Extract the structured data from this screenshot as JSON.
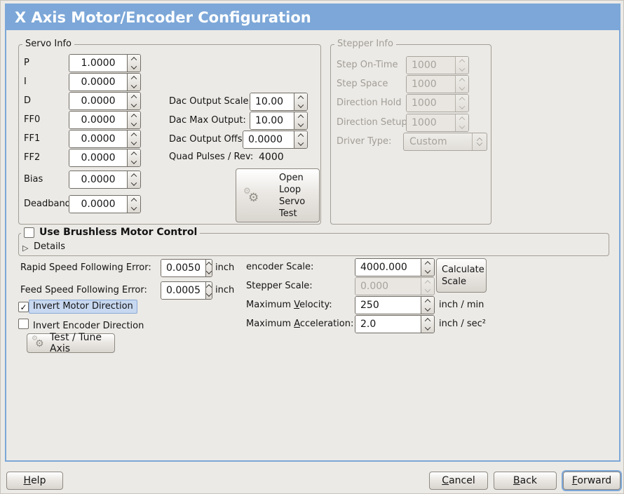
{
  "title": "X Axis Motor/Encoder Configuration",
  "icons": {
    "checkmark": "✓",
    "expander": "▷",
    "gear": "⚙"
  },
  "colors": {
    "titlebar": "#7ca7d8",
    "focus_ring": "#7ca7d8",
    "highlight_bg": "#c7d8f0",
    "window_bg": "#eceae6"
  },
  "servo_info": {
    "legend": "Servo Info",
    "params": [
      {
        "label": "P",
        "value": "1.0000"
      },
      {
        "label": "I",
        "value": "0.0000"
      },
      {
        "label": "D",
        "value": "0.0000"
      },
      {
        "label": "FF0",
        "value": "0.0000"
      },
      {
        "label": "FF1",
        "value": "0.0000"
      },
      {
        "label": "FF2",
        "value": "0.0000"
      },
      {
        "label": "Bias",
        "value": "0.0000"
      },
      {
        "label": "Deadband",
        "value": "0.0000"
      }
    ],
    "dac": [
      {
        "label": "Dac Output Scale:",
        "value": "10.00"
      },
      {
        "label": "Dac Max Output:",
        "value": "10.00"
      },
      {
        "label": "Dac Output Offset:",
        "value": "0.0000"
      }
    ],
    "quad": {
      "label": "Quad Pulses / Rev:",
      "value": "4000"
    },
    "open_loop_button": {
      "line1": "Open",
      "line2": "Loop",
      "line3": "Servo",
      "line4": "Test"
    }
  },
  "stepper_info": {
    "legend": "Stepper Info",
    "params": [
      {
        "label": "Step On-Time",
        "value": "1000"
      },
      {
        "label": "Step Space",
        "value": "1000"
      },
      {
        "label": "Direction Hold",
        "value": "1000"
      },
      {
        "label": "Direction Setup",
        "value": "1000"
      }
    ],
    "driver_type": {
      "label": "Driver Type:",
      "value": "Custom"
    }
  },
  "brushless": {
    "label": "Use Brushless Motor Control",
    "details": "Details"
  },
  "errors": {
    "rapid": {
      "label": "Rapid Speed Following Error:",
      "value": "0.0050",
      "unit": "inch"
    },
    "feed": {
      "label": "Feed Speed Following Error:",
      "value": "0.0005",
      "unit": "inch"
    }
  },
  "scales": {
    "encoder": {
      "label": "encoder Scale:",
      "value": "4000.000"
    },
    "calculate_button": {
      "line1": "Calculate",
      "line2": "Scale"
    },
    "stepper": {
      "label": "Stepper Scale:",
      "value": "0.000"
    },
    "velocity": {
      "pre": "Maximum ",
      "mn": "V",
      "post": "elocity:",
      "value": "250",
      "unit": "inch / min"
    },
    "acceleration": {
      "pre": "Maximum ",
      "mn": "A",
      "post": "cceleration:",
      "value": "2.0",
      "unit": "inch / sec²"
    }
  },
  "options": {
    "invert_motor": {
      "label": "Invert Motor Direction",
      "checked": true
    },
    "invert_encoder": {
      "label": "Invert Encoder Direction",
      "checked": false
    }
  },
  "test_tune_button": "Test / Tune Axis",
  "footer": {
    "help": {
      "mn": "H",
      "post": "elp"
    },
    "cancel": {
      "mn": "C",
      "post": "ancel"
    },
    "back": {
      "mn": "B",
      "post": "ack"
    },
    "forward": {
      "mn": "F",
      "post": "orward"
    }
  }
}
